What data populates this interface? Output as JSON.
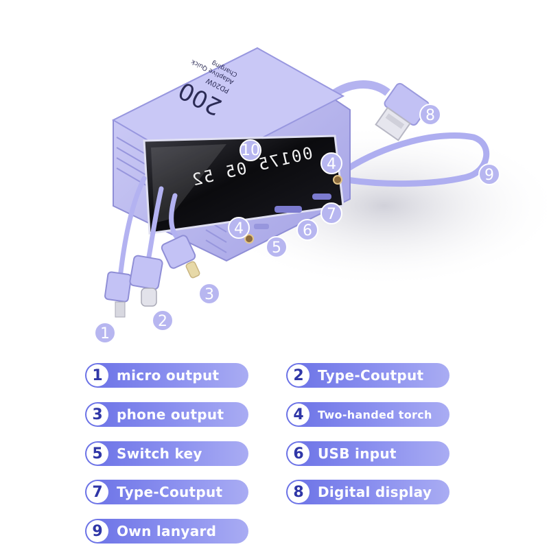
{
  "device": {
    "capacity_text": "200",
    "brand_text": "PD20W",
    "fast_charge_lines": [
      "Adaptive Quick",
      "Charging"
    ],
    "display_text": "00175 05 52"
  },
  "callouts": [
    "1",
    "2",
    "3",
    "4",
    "4",
    "5",
    "6",
    "7",
    "8",
    "9",
    "10"
  ],
  "legend": [
    {
      "num": "1",
      "label": "micro output"
    },
    {
      "num": "2",
      "label": "Type-Coutput"
    },
    {
      "num": "3",
      "label": "phone output"
    },
    {
      "num": "4",
      "label": "Two-handed torch"
    },
    {
      "num": "5",
      "label": "Switch key"
    },
    {
      "num": "6",
      "label": "USB input"
    },
    {
      "num": "7",
      "label": "Type-Coutput"
    },
    {
      "num": "8",
      "label": "Digital display"
    },
    {
      "num": "9",
      "label": "Own lanyard"
    }
  ],
  "colors": {
    "device_body": "#b7b6f0",
    "pill_start": "#6a71e6",
    "pill_end": "#a9acf3",
    "number_text": "#2f36a7"
  }
}
